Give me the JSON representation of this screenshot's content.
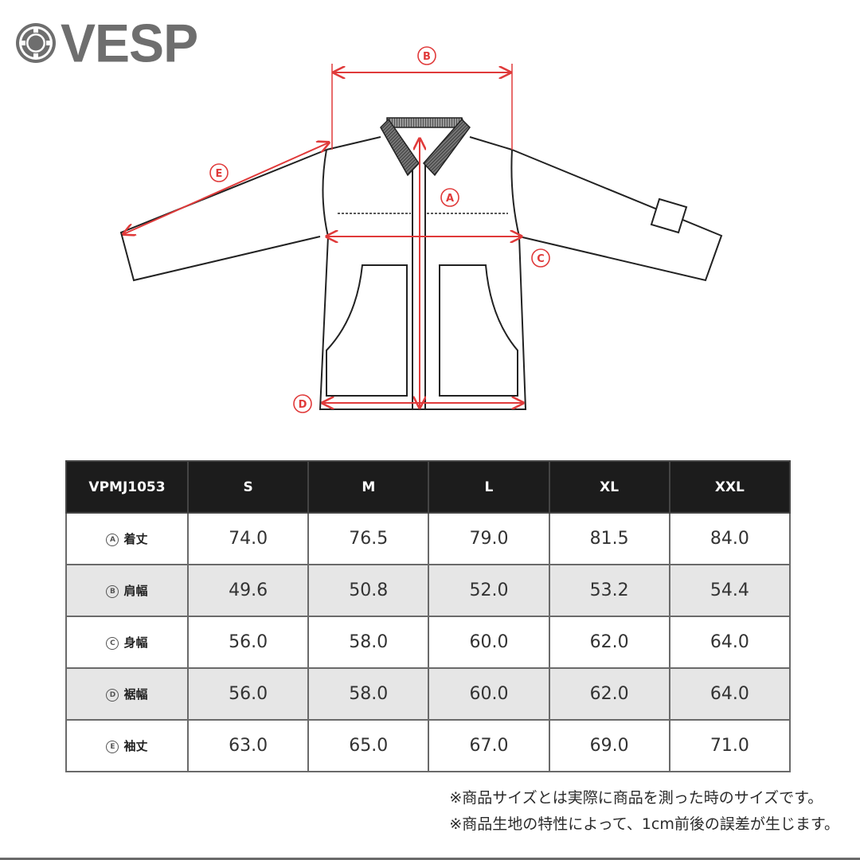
{
  "brand": {
    "name": "VESP",
    "logo_icon": "circle-emblem-icon",
    "color": "#6e6e6e"
  },
  "diagram": {
    "subject": "jacket-flat-sketch",
    "measure_color": "#e03a3a",
    "markers": [
      {
        "id": "A",
        "meaning": "着丈"
      },
      {
        "id": "B",
        "meaning": "肩幅"
      },
      {
        "id": "C",
        "meaning": "身幅"
      },
      {
        "id": "D",
        "meaning": "裾幅"
      },
      {
        "id": "E",
        "meaning": "袖丈"
      }
    ]
  },
  "table": {
    "model": "VPMJ1053",
    "header_bg": "#1c1c1c",
    "alt_row_bg": "#e6e6e6",
    "columns": [
      "S",
      "M",
      "L",
      "XL",
      "XXL"
    ],
    "rows": [
      {
        "marker": "A",
        "label": "着丈",
        "values": [
          "74.0",
          "76.5",
          "79.0",
          "81.5",
          "84.0"
        ]
      },
      {
        "marker": "B",
        "label": "肩幅",
        "values": [
          "49.6",
          "50.8",
          "52.0",
          "53.2",
          "54.4"
        ]
      },
      {
        "marker": "C",
        "label": "身幅",
        "values": [
          "56.0",
          "58.0",
          "60.0",
          "62.0",
          "64.0"
        ]
      },
      {
        "marker": "D",
        "label": "裾幅",
        "values": [
          "56.0",
          "58.0",
          "60.0",
          "62.0",
          "64.0"
        ]
      },
      {
        "marker": "E",
        "label": "袖丈",
        "values": [
          "63.0",
          "65.0",
          "67.0",
          "69.0",
          "71.0"
        ]
      }
    ]
  },
  "notes": [
    "※商品サイズとは実際に商品を測った時のサイズです。",
    "※商品生地の特性によって、1cm前後の誤差が生じます。"
  ]
}
